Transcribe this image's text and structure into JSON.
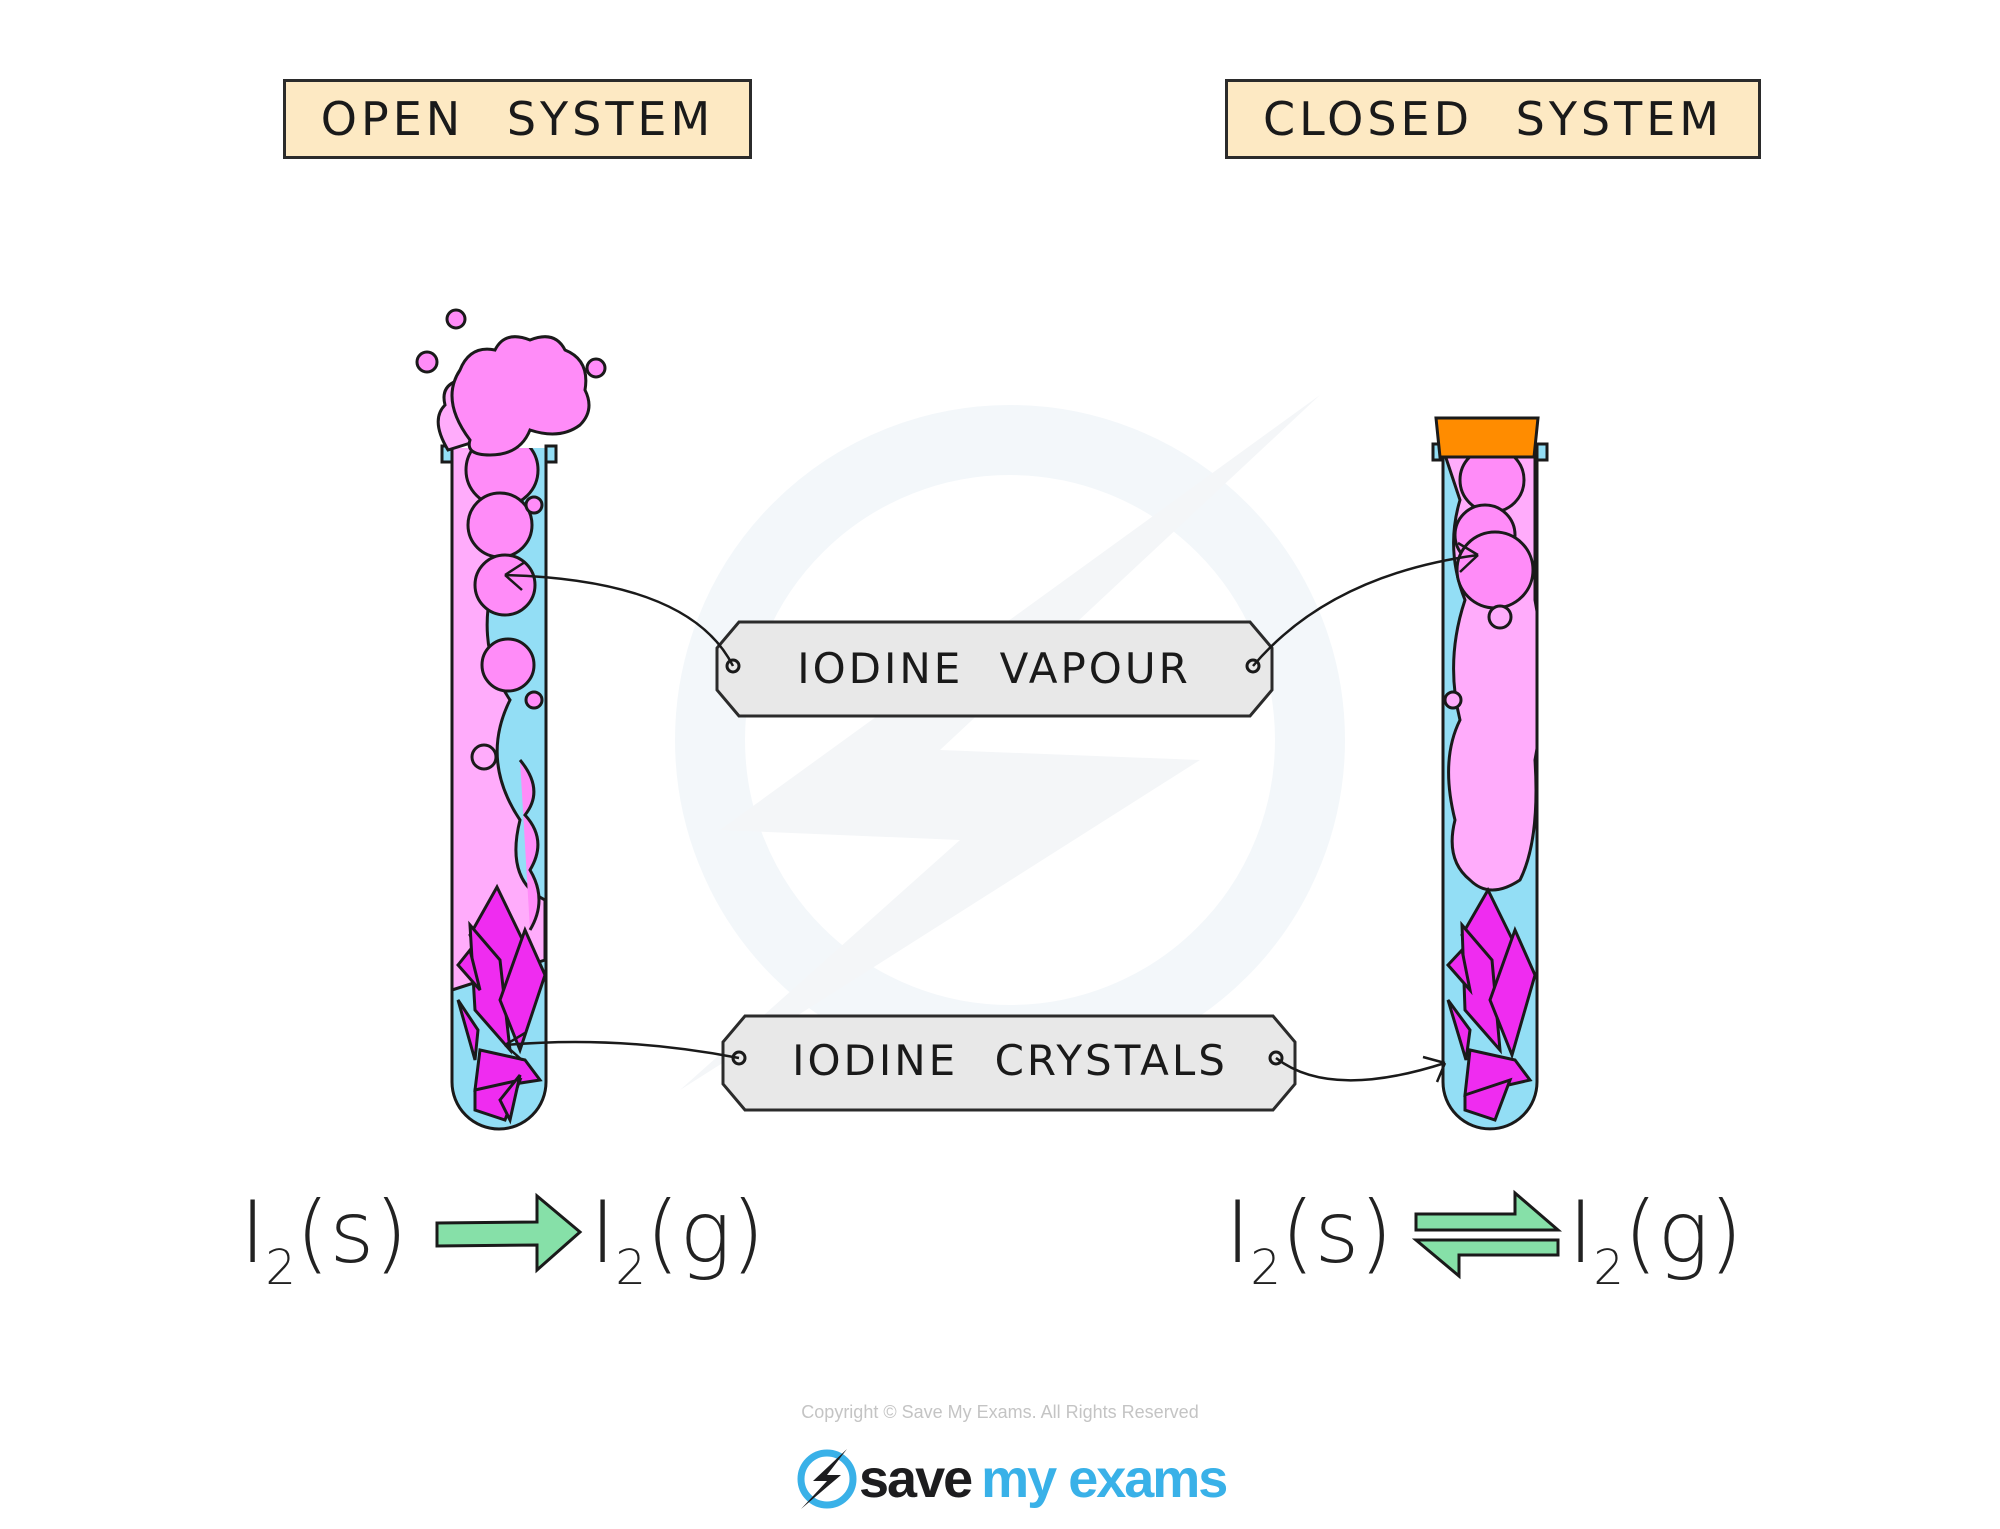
{
  "diagram": {
    "open_system": {
      "title": "OPEN SYSTEM",
      "equation": {
        "reactant": "I",
        "reactant_sub": "2",
        "reactant_state": "(s)",
        "arrow": "one-way-arrow",
        "product": "I",
        "product_sub": "2",
        "product_state": "(g)"
      }
    },
    "closed_system": {
      "title": "CLOSED SYSTEM",
      "equation": {
        "reactant": "I",
        "reactant_sub": "2",
        "reactant_state": "(s)",
        "arrow": "equilibrium-arrows",
        "product": "I",
        "product_sub": "2",
        "product_state": "(g)"
      },
      "stopper": "cork-stopper"
    },
    "labels": {
      "vapour": "IODINE VAPOUR",
      "crystals": "IODINE CRYSTALS"
    },
    "colors": {
      "title_fill": "#fde9c3",
      "label_fill": "#e8e8e8",
      "tube_glass": "#93def5",
      "vapour_light": "#ffacfb",
      "vapour_dark": "#ff8cf8",
      "crystal": "#ef2cf0",
      "cork": "#ff8c00",
      "arrow_fill": "#86e0a8",
      "brand_blue": "#39b1e8"
    }
  },
  "footer": {
    "copyright": "Copyright © Save My Exams. All Rights Reserved",
    "logo_word1": "save",
    "logo_word2": "my exams"
  }
}
